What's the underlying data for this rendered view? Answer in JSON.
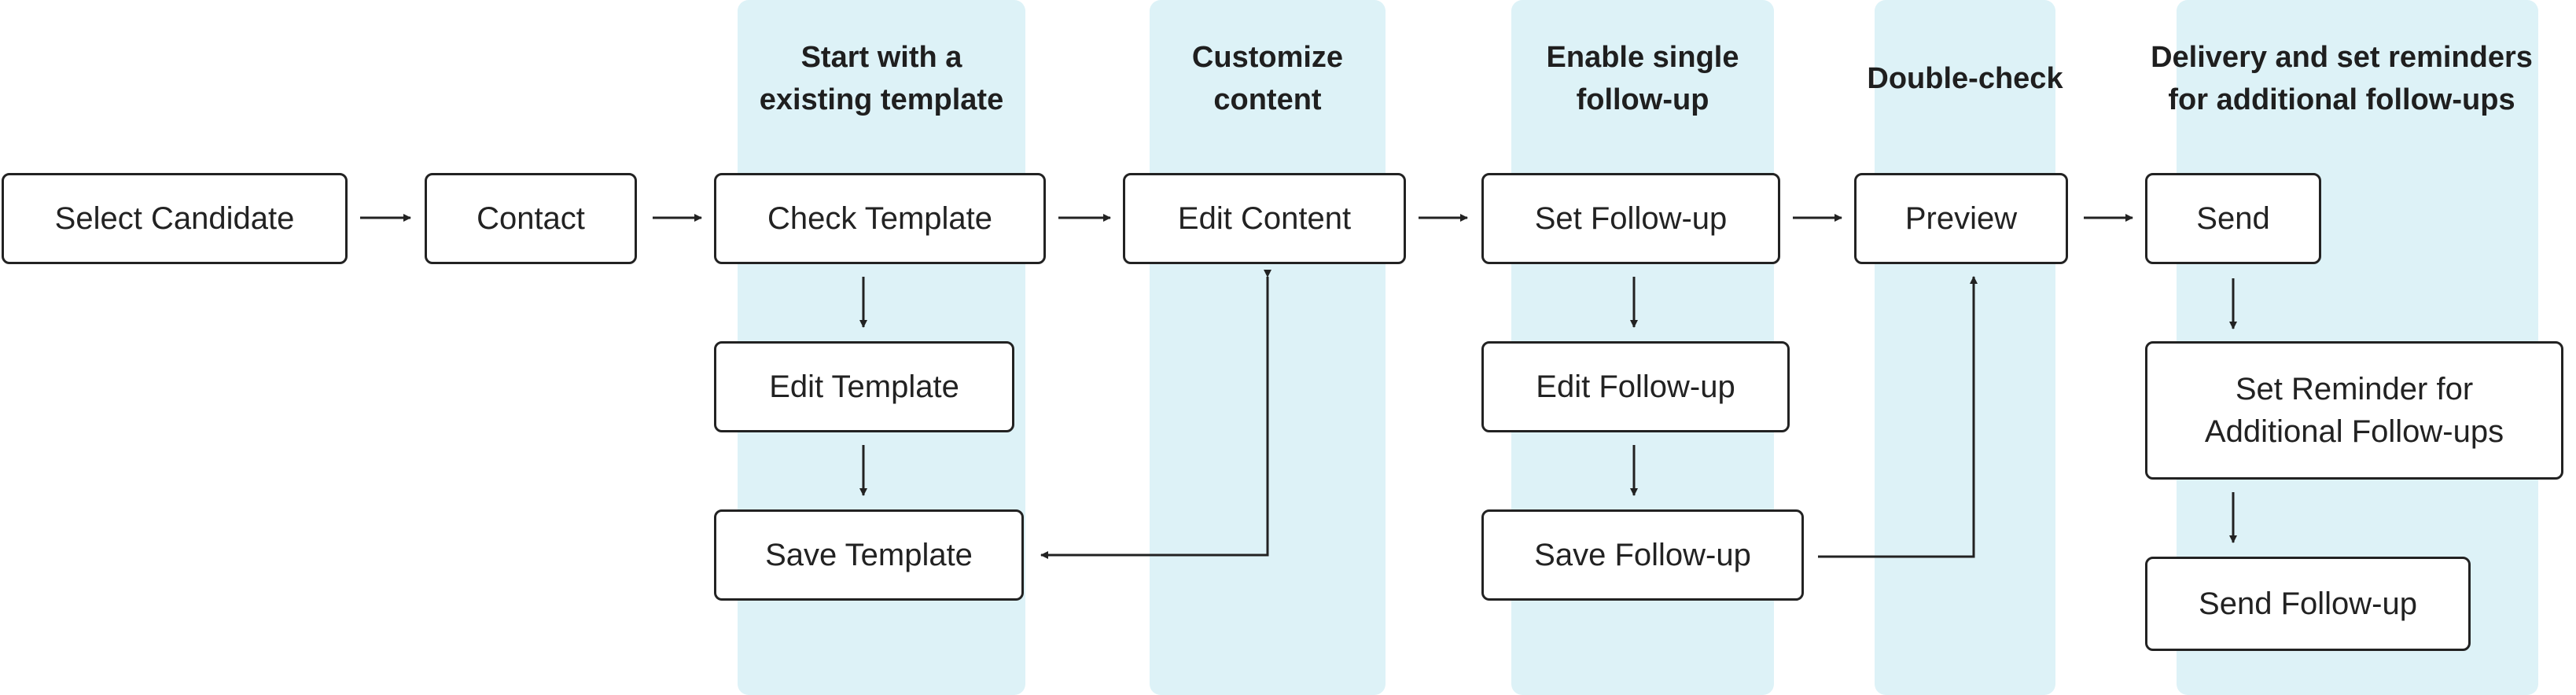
{
  "colors": {
    "lane_fill": "#ddf2f7",
    "node_border": "#222222",
    "edge": "#222222",
    "text": "#222222"
  },
  "lanes": [
    {
      "id": "template",
      "title": "Start with a\nexisting template"
    },
    {
      "id": "content",
      "title": "Customize\ncontent"
    },
    {
      "id": "followup",
      "title": "Enable single\nfollow-up"
    },
    {
      "id": "check",
      "title": "Double-check"
    },
    {
      "id": "delivery",
      "title": "Delivery and set reminders\nfor additional follow-ups"
    }
  ],
  "nodes": {
    "select_candidate": "Select Candidate",
    "contact": "Contact",
    "check_template": "Check Template",
    "edit_template": "Edit Template",
    "save_template": "Save Template",
    "edit_content": "Edit Content",
    "set_followup": "Set Follow-up",
    "edit_followup": "Edit Follow-up",
    "save_followup": "Save Follow-up",
    "preview": "Preview",
    "send": "Send",
    "set_reminder": "Set Reminder for\nAdditional Follow-ups",
    "send_followup": "Send Follow-up"
  },
  "edges": [
    [
      "select_candidate",
      "contact"
    ],
    [
      "contact",
      "check_template"
    ],
    [
      "check_template",
      "edit_content"
    ],
    [
      "check_template",
      "edit_template"
    ],
    [
      "edit_template",
      "save_template"
    ],
    [
      "edit_content",
      "save_template"
    ],
    [
      "edit_content",
      "set_followup"
    ],
    [
      "set_followup",
      "edit_followup"
    ],
    [
      "edit_followup",
      "save_followup"
    ],
    [
      "set_followup",
      "preview"
    ],
    [
      "save_followup",
      "preview"
    ],
    [
      "preview",
      "send"
    ],
    [
      "send",
      "set_reminder"
    ],
    [
      "set_reminder",
      "send_followup"
    ]
  ]
}
